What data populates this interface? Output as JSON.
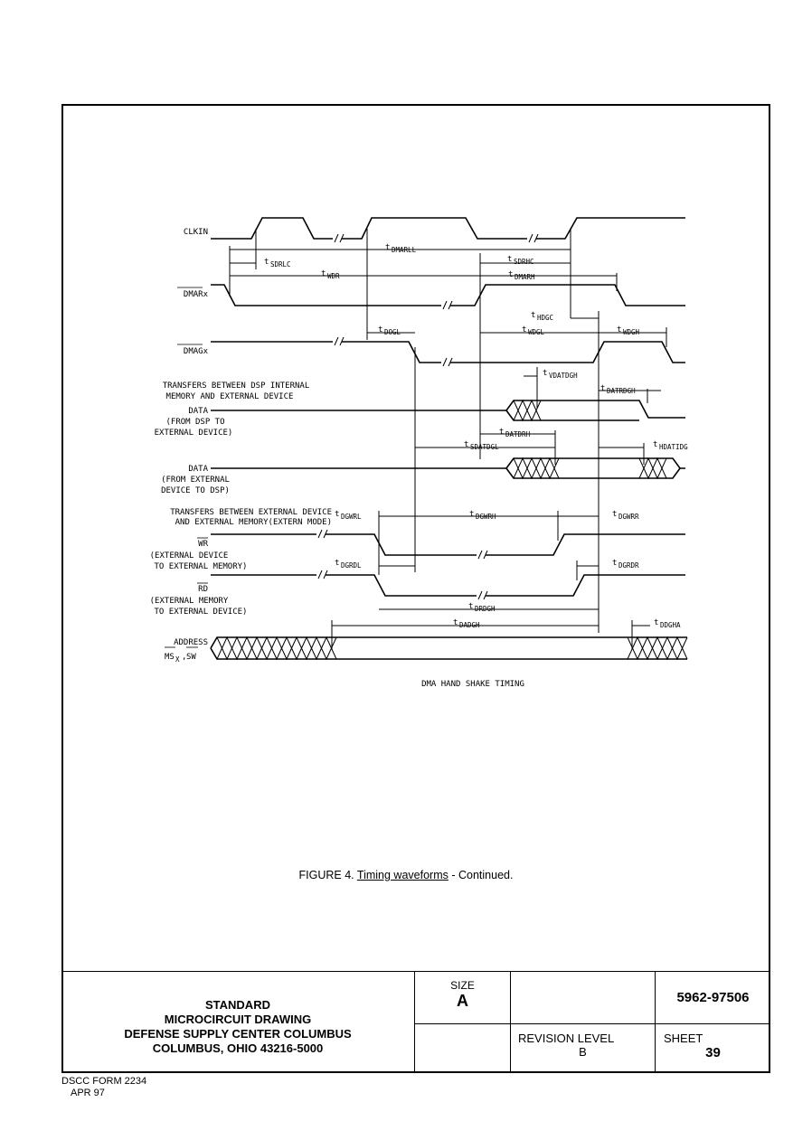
{
  "diagram": {
    "signals": {
      "clkin": "CLKIN",
      "dmar": "DMARx",
      "dmag": "DMAGx",
      "section1_line1": "TRANSFERS BETWEEN DSP INTERNAL",
      "section1_line2": "MEMORY AND EXTERNAL DEVICE",
      "data1_line1": "DATA",
      "data1_line2": "(FROM DSP TO",
      "data1_line3": "EXTERNAL DEVICE)",
      "data2_line1": "DATA",
      "data2_line2": "(FROM EXTERNAL",
      "data2_line3": "DEVICE TO DSP)",
      "section2_line1": "TRANSFERS BETWEEN EXTERNAL DEVICE",
      "section2_line2": "AND EXTERNAL MEMORY(EXTERN MODE)",
      "wr_line1": "WR",
      "wr_line2": "(EXTERNAL DEVICE",
      "wr_line3": "TO EXTERNAL MEMORY)",
      "rd_line1": "RD",
      "rd_line2": "(EXTERNAL MEMORY",
      "rd_line3": "TO EXTERNAL DEVICE)",
      "address": "ADDRESS",
      "ms": "MS",
      "ms_sub": "X",
      "sw": "SW"
    },
    "timing": {
      "tdmarll": "DMARLL",
      "tsdrlc": "SDRLC",
      "tsdrhc": "SDRHC",
      "twdr": "WDR",
      "tdmarh": "DMARH",
      "thdgc": "HDGC",
      "tdogl": "DOGL",
      "twdgl": "WDGL",
      "twdgh": "WDGH",
      "tvdatdgh": "VDATDGH",
      "tdatrdgh": "DATRDGH",
      "tdatdrh": "DATDRH",
      "tsdatdgl": "SDATDGL",
      "thdatidg": "HDATIDG",
      "tdgwrl": "DGWRL",
      "tdgwrh": "DGWRH",
      "tdgwrr": "DGWRR",
      "tdgrdl": "DGRDL",
      "tdgrdr": "DGRDR",
      "tdrdgh": "DRDGH",
      "tdadgh": "DADGH",
      "tdgha": "DDGHA",
      "t": "t"
    },
    "subtitle": "DMA HAND SHAKE TIMING"
  },
  "caption": {
    "prefix": "FIGURE 4.",
    "link": "Timing waveforms",
    "suffix": "- Continued."
  },
  "title_block": {
    "line1": "STANDARD",
    "line2": "MICROCIRCUIT DRAWING",
    "line3": "DEFENSE SUPPLY CENTER COLUMBUS",
    "line4": "COLUMBUS, OHIO 43216-5000",
    "size_label": "SIZE",
    "size_value": "A",
    "drawing_number": "5962-97506",
    "revision_label": "REVISION LEVEL",
    "revision_value": "B",
    "sheet_label": "SHEET",
    "sheet_value": "39"
  },
  "form": {
    "line1": "DSCC FORM 2234",
    "line2": "APR 97"
  }
}
